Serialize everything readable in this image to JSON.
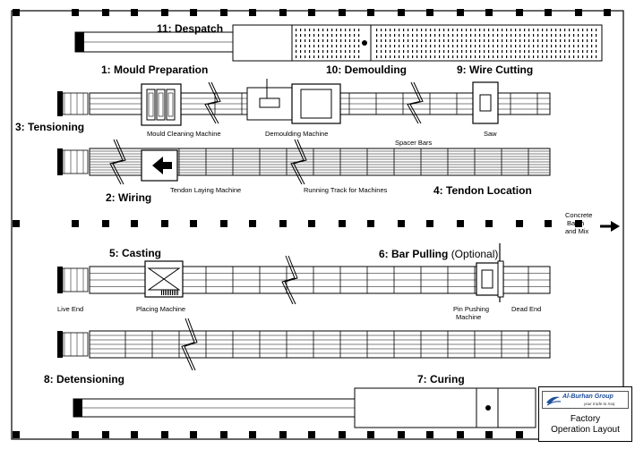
{
  "stages": {
    "s1": "1: Mould Preparation",
    "s2": "2: Wiring",
    "s3": "3: Tensioning",
    "s4": "4: Tendon Location",
    "s5": "5: Casting",
    "s6": "6: Bar Pulling",
    "s6_opt": "(Optional)",
    "s7": "7: Curing",
    "s8": "8: Detensioning",
    "s9": "9: Wire Cutting",
    "s10": "10: Demoulding",
    "s11": "11: Despatch"
  },
  "machines": {
    "mould_cleaning": "Mould Cleaning Machine",
    "demoulding": "Demoulding Machine",
    "spacer_bars": "Spacer Bars",
    "saw": "Saw",
    "tendon_laying": "Tendon Laying Machine",
    "running_track": "Running Track for Machines",
    "placing": "Placing Machine",
    "pin_pushing_1": "Pin Pushing",
    "pin_pushing_2": "Machine",
    "live_end": "Live End",
    "dead_end": "Dead End"
  },
  "concrete": {
    "line1": "Concrete",
    "line2": "Batch",
    "line3": "and Mix"
  },
  "logo": {
    "brand": "Al-Burhan Group",
    "tagline": "your trade to Iraq",
    "caption_1": "Factory",
    "caption_2": "Operation Layout"
  }
}
